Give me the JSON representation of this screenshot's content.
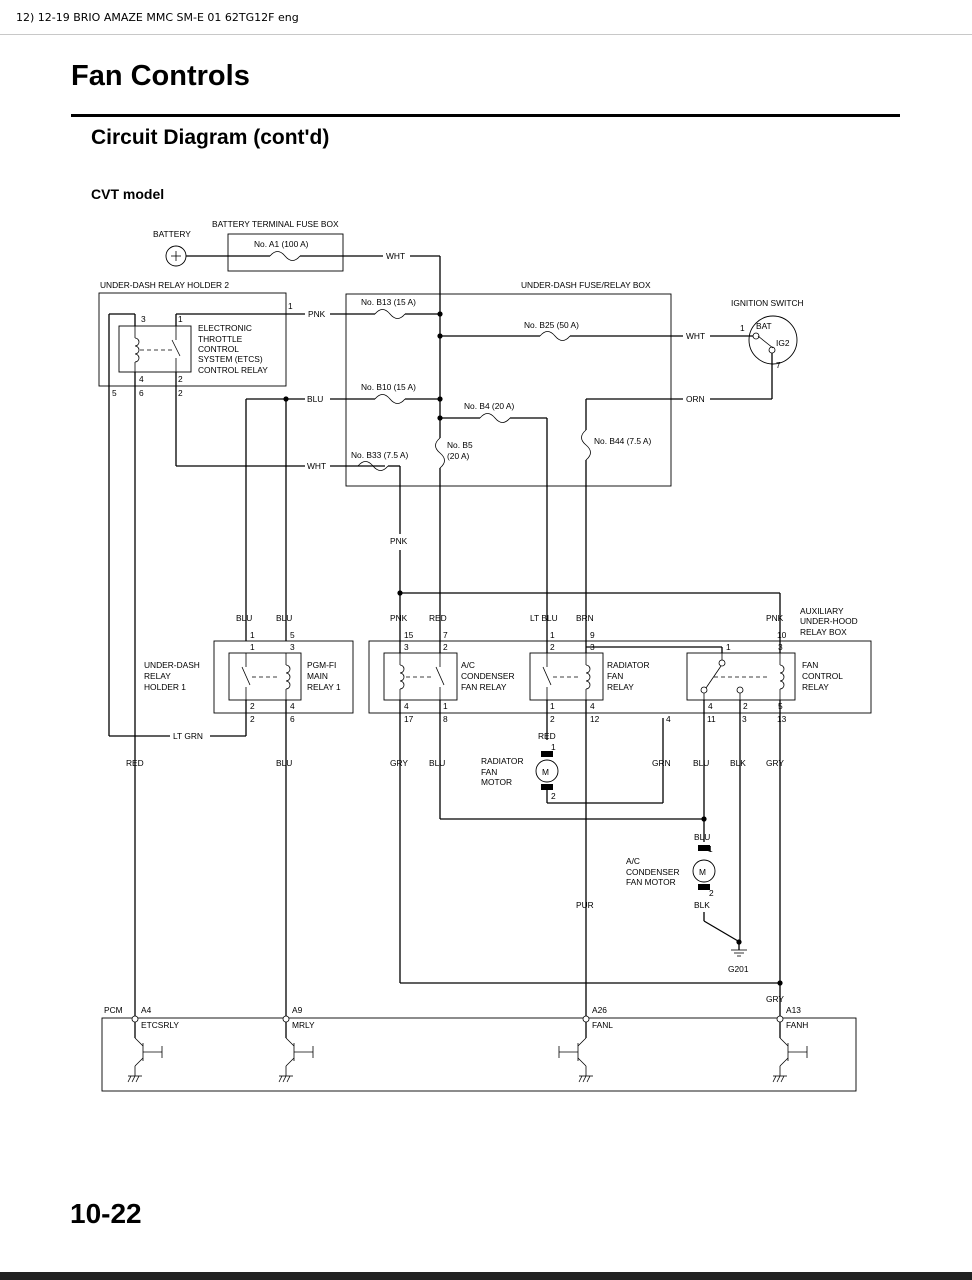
{
  "header": {
    "doc_name": "12) 12-19 BRIO AMAZE MMC SM-E 01 62TG12F eng"
  },
  "page": {
    "title": "Fan Controls",
    "subtitle": "Circuit Diagram (cont'd)",
    "model": "CVT model",
    "page_number": "10-22"
  },
  "diagram": {
    "battery": "BATTERY",
    "terminal_box": "BATTERY TERMINAL FUSE BOX",
    "fuse_a1": "No. A1 (100 A)",
    "relay_holder2": "UNDER-DASH RELAY HOLDER 2",
    "fuse_relay_box": "UNDER-DASH FUSE/RELAY BOX",
    "ignition_switch": "IGNITION SWITCH",
    "ign_bat": "BAT",
    "ign_ig2": "IG2",
    "etcs_relay": [
      "ELECTRONIC",
      "THROTTLE",
      "CONTROL",
      "SYSTEM (ETCS)",
      "CONTROL RELAY"
    ],
    "fuse_b13": "No. B13 (15 A)",
    "fuse_b25": "No. B25 (50 A)",
    "fuse_b10": "No. B10 (15 A)",
    "fuse_b4": "No. B4 (20 A)",
    "fuse_b5": [
      "No. B5",
      "(20 A)"
    ],
    "fuse_b44": "No. B44 (7.5 A)",
    "fuse_b33": "No. B33 (7.5 A)",
    "aux_box": [
      "AUXILIARY",
      "UNDER-HOOD",
      "RELAY BOX"
    ],
    "relay_holder1": [
      "UNDER-DASH",
      "RELAY",
      "HOLDER 1"
    ],
    "pgm_relay": [
      "PGM-FI",
      "MAIN",
      "RELAY 1"
    ],
    "ac_relay": [
      "A/C",
      "CONDENSER",
      "FAN RELAY"
    ],
    "rad_relay": [
      "RADIATOR",
      "FAN",
      "RELAY"
    ],
    "fan_ctrl_relay": [
      "FAN",
      "CONTROL",
      "RELAY"
    ],
    "rad_motor": [
      "RADIATOR",
      "FAN",
      "MOTOR"
    ],
    "ac_motor": [
      "A/C",
      "CONDENSER",
      "FAN MOTOR"
    ],
    "motor_symbol": "M",
    "ground": "G201",
    "pcm": "PCM",
    "pcm_pins": [
      {
        "pin": "A4",
        "name": "ETCSRLY"
      },
      {
        "pin": "A9",
        "name": "MRLY"
      },
      {
        "pin": "A26",
        "name": "FANL"
      },
      {
        "pin": "A13",
        "name": "FANH"
      }
    ],
    "wires": {
      "wht": "WHT",
      "pnk": "PNK",
      "blu": "BLU",
      "orn": "ORN",
      "red": "RED",
      "lt_blu": "LT BLU",
      "brn": "BRN",
      "lt_grn": "LT GRN",
      "gry": "GRY",
      "grn": "GRN",
      "blk": "BLK",
      "pur": "PUR"
    },
    "pins": {
      "n1": "1",
      "n2": "2",
      "n3": "3",
      "n4": "4",
      "n5": "5",
      "n6": "6",
      "n7": "7",
      "n8": "8",
      "n9": "9",
      "n10": "10",
      "n11": "11",
      "n12": "12",
      "n13": "13",
      "n15": "15",
      "n17": "17"
    }
  }
}
